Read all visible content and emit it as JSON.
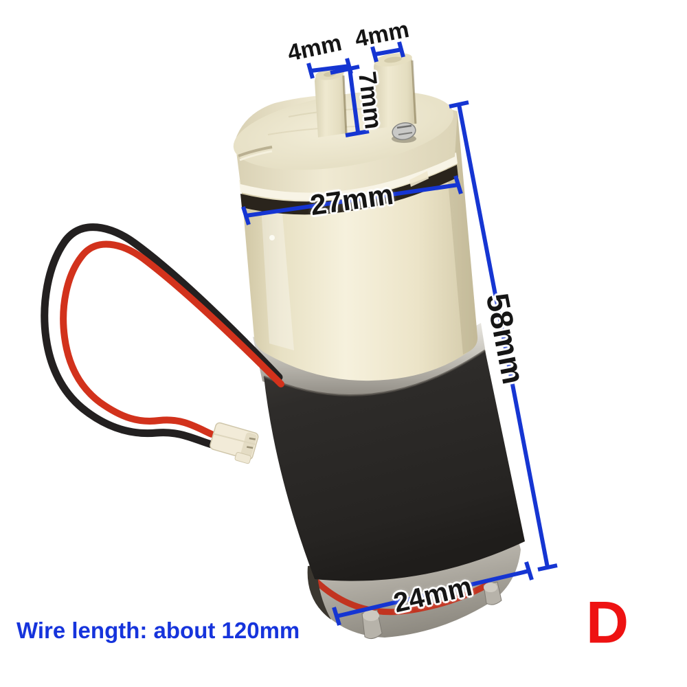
{
  "subject": {
    "description": "Mini diaphragm air pump, cream plastic head with two outlet nozzles, black foam-wrapped motor, red and black lead wires with white 2-pin connector, annotated with blue dimension lines"
  },
  "labels": {
    "nozzle_left_width": "4mm",
    "nozzle_right_width": "4mm",
    "nozzle_height": "7mm",
    "head_diameter": "27mm",
    "overall_height": "58mm",
    "motor_diameter": "24mm"
  },
  "notes": {
    "wire_length": "Wire length: about 120mm",
    "variant": "D"
  },
  "colors": {
    "dimension_blue": "#1535d2",
    "note_blue": "#1634dc",
    "variant_red": "#ee1212",
    "label_black": "#151515"
  }
}
